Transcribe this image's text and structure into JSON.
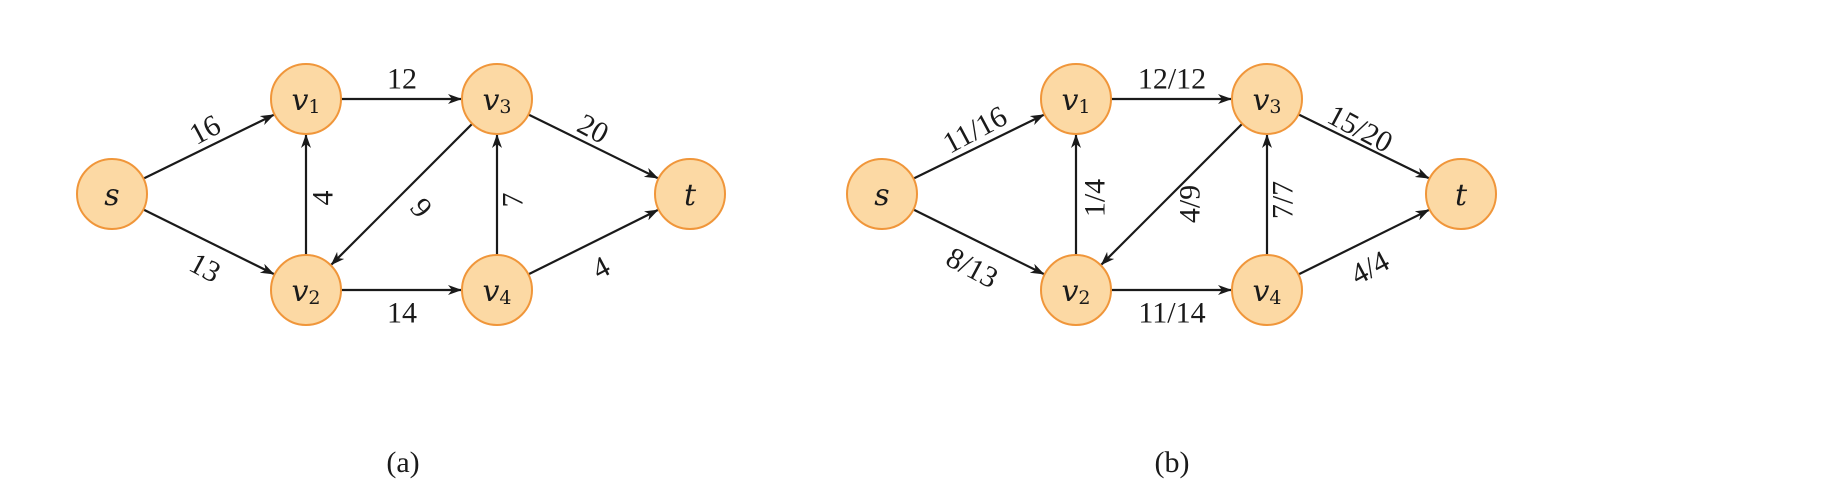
{
  "diagrams": [
    {
      "id": "a",
      "caption": "(a)",
      "nodes": [
        {
          "id": "s",
          "label": "s",
          "sub": ""
        },
        {
          "id": "v1",
          "label": "v",
          "sub": "1"
        },
        {
          "id": "v2",
          "label": "v",
          "sub": "2"
        },
        {
          "id": "v3",
          "label": "v",
          "sub": "3"
        },
        {
          "id": "v4",
          "label": "v",
          "sub": "4"
        },
        {
          "id": "t",
          "label": "t",
          "sub": ""
        }
      ],
      "edges": [
        {
          "from": "s",
          "to": "v1",
          "label": "16"
        },
        {
          "from": "s",
          "to": "v2",
          "label": "13"
        },
        {
          "from": "v1",
          "to": "v3",
          "label": "12"
        },
        {
          "from": "v2",
          "to": "v1",
          "label": "4"
        },
        {
          "from": "v3",
          "to": "v2",
          "label": "9"
        },
        {
          "from": "v2",
          "to": "v4",
          "label": "14"
        },
        {
          "from": "v4",
          "to": "v3",
          "label": "7"
        },
        {
          "from": "v3",
          "to": "t",
          "label": "20"
        },
        {
          "from": "v4",
          "to": "t",
          "label": "4"
        }
      ]
    },
    {
      "id": "b",
      "caption": "(b)",
      "nodes": [
        {
          "id": "s",
          "label": "s",
          "sub": ""
        },
        {
          "id": "v1",
          "label": "v",
          "sub": "1"
        },
        {
          "id": "v2",
          "label": "v",
          "sub": "2"
        },
        {
          "id": "v3",
          "label": "v",
          "sub": "3"
        },
        {
          "id": "v4",
          "label": "v",
          "sub": "4"
        },
        {
          "id": "t",
          "label": "t",
          "sub": ""
        }
      ],
      "edges": [
        {
          "from": "s",
          "to": "v1",
          "label": "11/16"
        },
        {
          "from": "s",
          "to": "v2",
          "label": "8/13"
        },
        {
          "from": "v1",
          "to": "v3",
          "label": "12/12"
        },
        {
          "from": "v2",
          "to": "v1",
          "label": "1/4"
        },
        {
          "from": "v3",
          "to": "v2",
          "label": "4/9"
        },
        {
          "from": "v2",
          "to": "v4",
          "label": "11/14"
        },
        {
          "from": "v4",
          "to": "v3",
          "label": "7/7"
        },
        {
          "from": "v3",
          "to": "t",
          "label": "15/20"
        },
        {
          "from": "v4",
          "to": "t",
          "label": "4/4"
        }
      ]
    }
  ]
}
